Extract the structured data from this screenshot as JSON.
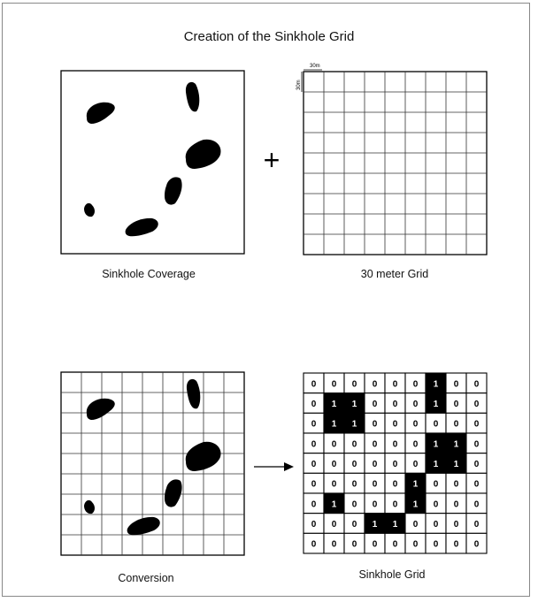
{
  "title": "Creation of the Sinkhole Grid",
  "captions": {
    "coverage": "Sinkhole Coverage",
    "grid30": "30 meter Grid",
    "conversion": "Conversion",
    "sinkhole_grid": "Sinkhole Grid"
  },
  "cell_size_label": "30m",
  "plus_sign": "+",
  "sinkhole_matrix": [
    [
      0,
      0,
      0,
      0,
      0,
      0,
      1,
      0,
      0
    ],
    [
      0,
      1,
      1,
      0,
      0,
      0,
      1,
      0,
      0
    ],
    [
      0,
      1,
      1,
      0,
      0,
      0,
      0,
      0,
      0
    ],
    [
      0,
      0,
      0,
      0,
      0,
      0,
      1,
      1,
      0
    ],
    [
      0,
      0,
      0,
      0,
      0,
      0,
      1,
      1,
      0
    ],
    [
      0,
      0,
      0,
      0,
      0,
      1,
      0,
      0,
      0
    ],
    [
      0,
      1,
      0,
      0,
      0,
      1,
      0,
      0,
      0
    ],
    [
      0,
      0,
      0,
      1,
      1,
      0,
      0,
      0,
      0
    ],
    [
      0,
      0,
      0,
      0,
      0,
      0,
      0,
      0,
      0
    ]
  ],
  "colors": {
    "fill": "#000000",
    "line": "#000000",
    "grid_line": "#333333",
    "background": "#ffffff"
  }
}
